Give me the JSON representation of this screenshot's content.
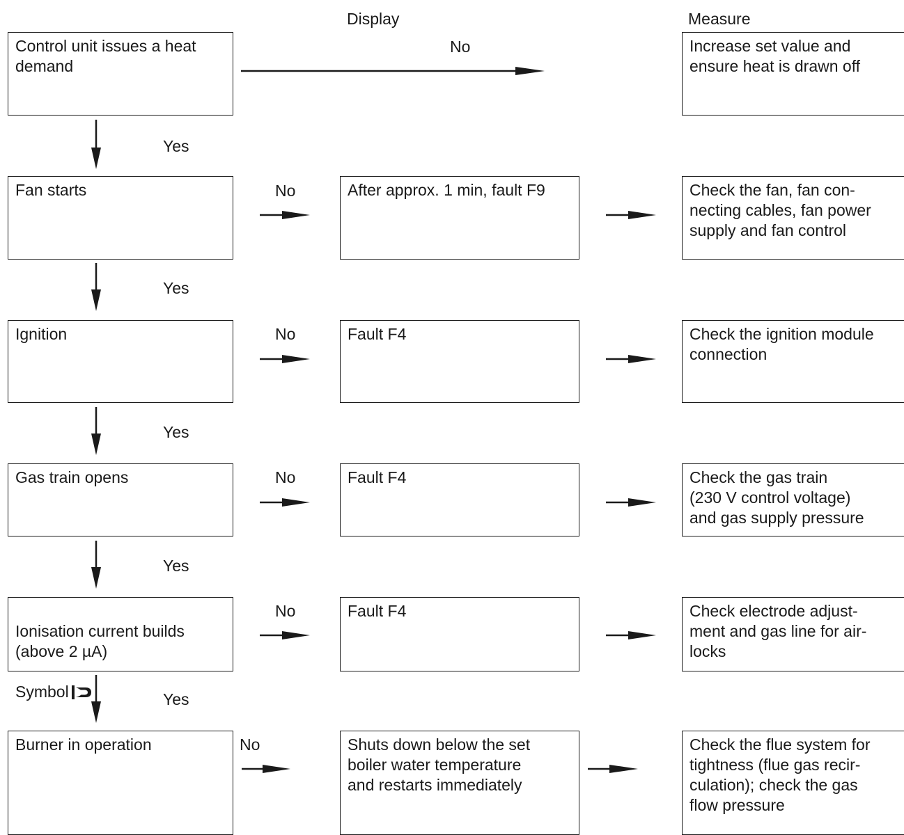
{
  "headers": {
    "display": "Display",
    "measure": "Measure"
  },
  "labels": {
    "yes": "Yes",
    "no": "No"
  },
  "rows": [
    {
      "step": "Control unit issues a heat demand",
      "display": "",
      "measure": "Increase set value and ensure heat is drawn off"
    },
    {
      "step": "Fan starts",
      "display": "After approx. 1 min, fault F9",
      "measure": "Check the fan, fan con-\nnecting cables, fan power\nsupply and fan control"
    },
    {
      "step": "Ignition",
      "display": "Fault F4",
      "measure": "Check the ignition module\nconnection"
    },
    {
      "step": "Gas train opens",
      "display": "Fault F4",
      "measure": "Check the gas train\n(230 V control voltage)\nand gas supply pressure"
    },
    {
      "step": "Ionisation current builds\n(above 2 µA)",
      "step_symbol_text": "Symbol",
      "step_symbol_icon": "flame-icon",
      "display": "Fault F4",
      "measure": "Check electrode adjust-\nment and gas line for air-\nlocks"
    },
    {
      "step": "Burner in operation",
      "display": "Shuts down below the set\nboiler water temperature\nand restarts immediately",
      "measure": "Check the flue system for\ntightness (flue gas recir-\nculation); check the gas\nflow pressure"
    }
  ]
}
